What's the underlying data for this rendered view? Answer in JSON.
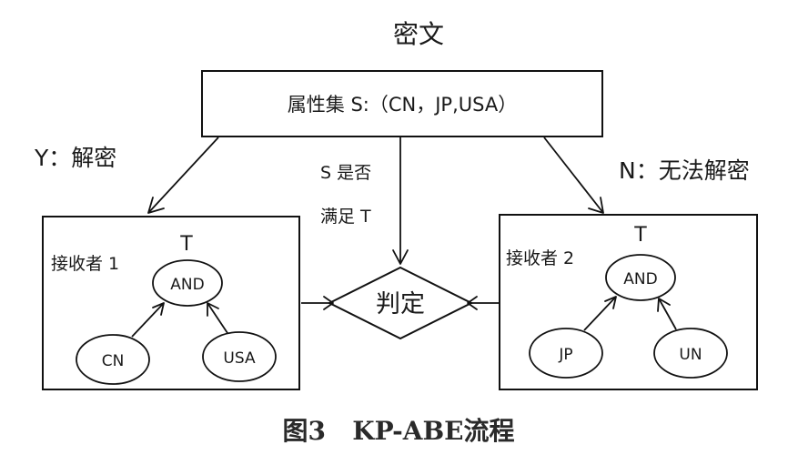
{
  "diagram": {
    "ciphertext_label": "密文",
    "attribute_set": "属性集 S:（CN，JP,USA）",
    "yes_label": "Y：解密",
    "no_label": "N：无法解密",
    "condition_line1": "S 是否",
    "condition_line2": "满足 T",
    "decision": "判定",
    "receiver1": {
      "label": "接收者 1",
      "tree_label": "T",
      "gate": "AND",
      "leaves": [
        "CN",
        "USA"
      ]
    },
    "receiver2": {
      "label": "接收者 2",
      "tree_label": "T",
      "gate": "AND",
      "leaves": [
        "JP",
        "UN"
      ]
    }
  },
  "caption": "图3   KP-ABE流程"
}
